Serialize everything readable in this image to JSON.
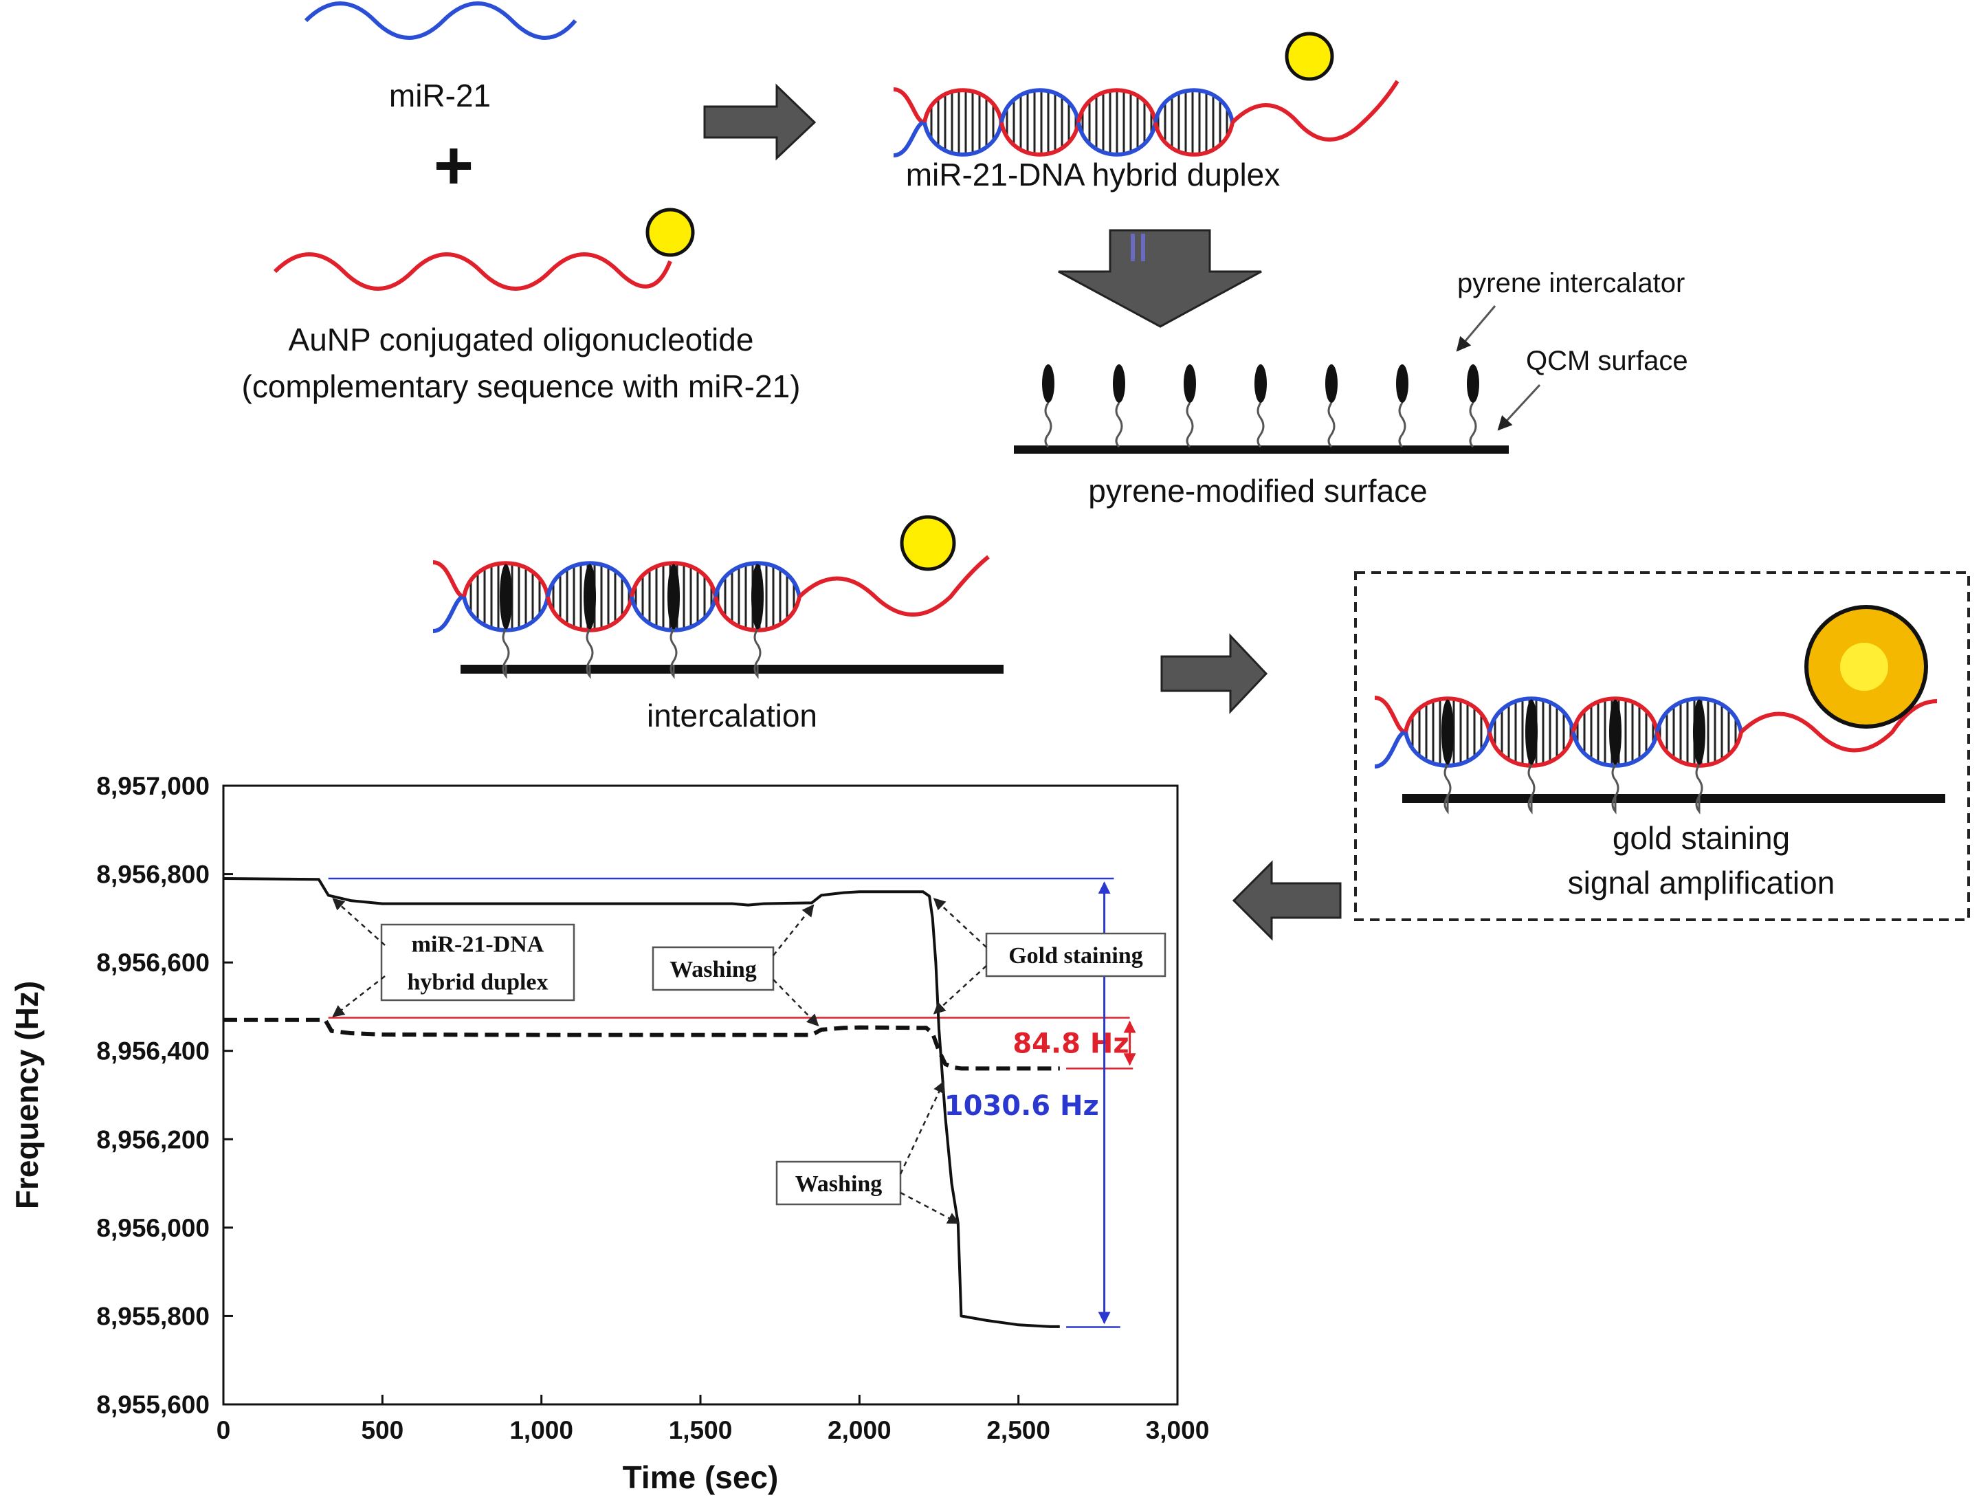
{
  "colors": {
    "mirna": "#2a4fd6",
    "dna": "#e0202a",
    "gold_small": "#ffee00",
    "gold_stained": "#f5b800",
    "arrow": "#555555",
    "blue_line": "#2a38d0",
    "red_line": "#e0202a",
    "trace": "#111111"
  },
  "icons": [
    "process-arrow-icon",
    "gold-nanoparticle-icon",
    "pyrene-intercalator-icon"
  ],
  "labels": {
    "mirna": "miR-21",
    "plus": "+",
    "aunp_line1": "AuNP conjugated oligonucleotide",
    "aunp_line2": "(complementary sequence with miR-21)",
    "duplex": "miR-21-DNA hybrid duplex",
    "pyrene_intercalator": "pyrene intercalator",
    "qcm_surface": "QCM surface",
    "pyrene_surface": "pyrene-modified surface",
    "intercalation": "intercalation",
    "gold_line1": "gold staining",
    "gold_line2": "signal amplification"
  },
  "chart_data": {
    "type": "line",
    "title": "",
    "xlabel": "Time (sec)",
    "ylabel": "Frequency (Hz)",
    "xlim": [
      0,
      3000
    ],
    "ylim": [
      8955600,
      8957000
    ],
    "x_ticks": [
      0,
      500,
      1000,
      1500,
      2000,
      2500,
      3000
    ],
    "x_tick_labels": [
      "0",
      "500",
      "1,000",
      "1,500",
      "2,000",
      "2,500",
      "3,000"
    ],
    "y_ticks": [
      8955600,
      8955800,
      8956000,
      8956200,
      8956400,
      8956600,
      8956800,
      8957000
    ],
    "y_tick_labels": [
      "8,955,600",
      "8,955,800",
      "8,956,000",
      "8,956,200",
      "8,956,400",
      "8,956,600",
      "8,956,800",
      "8,957,000"
    ],
    "grid": false,
    "series": [
      {
        "style": "solid",
        "x": [
          0,
          300,
          330,
          400,
          500,
          1000,
          1600,
          1650,
          1700,
          1850,
          1880,
          1950,
          2000,
          2200,
          2220,
          2230,
          2240,
          2250,
          2270,
          2290,
          2310,
          2320,
          2400,
          2500,
          2600,
          2630
        ],
        "y": [
          8956790,
          8956788,
          8956752,
          8956740,
          8956733,
          8956733,
          8956733,
          8956730,
          8956733,
          8956735,
          8956752,
          8956758,
          8956760,
          8956760,
          8956750,
          8956700,
          8956600,
          8956450,
          8956250,
          8956100,
          8956010,
          8955800,
          8955790,
          8955780,
          8955776,
          8955776
        ]
      },
      {
        "style": "dashed",
        "x": [
          0,
          320,
          340,
          400,
          500,
          1000,
          1850,
          1880,
          1950,
          2000,
          2210,
          2230,
          2250,
          2270,
          2300,
          2320,
          2400,
          2500,
          2630
        ],
        "y": [
          8956470,
          8956470,
          8956445,
          8956440,
          8956437,
          8956436,
          8956436,
          8956448,
          8956452,
          8956453,
          8956452,
          8956440,
          8956400,
          8956370,
          8956362,
          8956360,
          8956360,
          8956360,
          8956360
        ]
      }
    ],
    "reference_lines": [
      {
        "color": "blue",
        "y": 8956790,
        "x_start": 330,
        "x_end": 2800
      },
      {
        "color": "red",
        "y": 8956475,
        "x_start": 330,
        "x_end": 2850
      }
    ],
    "annotations": [
      {
        "text": "miR-21-DNA hybrid duplex",
        "lines": [
          "miR-21-DNA",
          "hybrid duplex"
        ]
      },
      {
        "text": "Washing",
        "lines": [
          "Washing"
        ]
      },
      {
        "text": "Gold staining",
        "lines": [
          "Gold staining"
        ]
      },
      {
        "text": "Washing",
        "lines": [
          "Washing"
        ]
      }
    ],
    "differences": [
      {
        "label": "84.8 Hz",
        "color": "red",
        "from": 8956475,
        "to": 8956360
      },
      {
        "label": "1030.6 Hz",
        "color": "blue",
        "from": 8956790,
        "to": 8955775
      }
    ]
  }
}
